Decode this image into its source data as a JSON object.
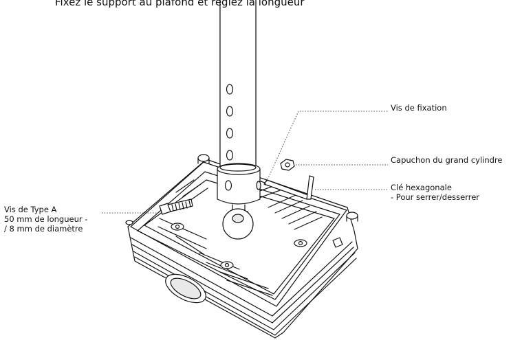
{
  "caption": "Fixez le support au plafond et réglez la longueur",
  "labels": {
    "fixing_screw": "Vis de fixation",
    "cylinder_cap": "Capuchon du grand cylindre",
    "hex_key_title": "Clé hexagonale",
    "hex_key_note": "- Pour serrer/desserrer",
    "screw_a_title": "Vis de Type A",
    "screw_a_length": "50 mm de longueur -",
    "screw_a_diameter": "/ 8 mm de diamètre"
  },
  "colors": {
    "line": "#111111",
    "fill": "#ffffff",
    "shade": "#e9e9e9"
  }
}
